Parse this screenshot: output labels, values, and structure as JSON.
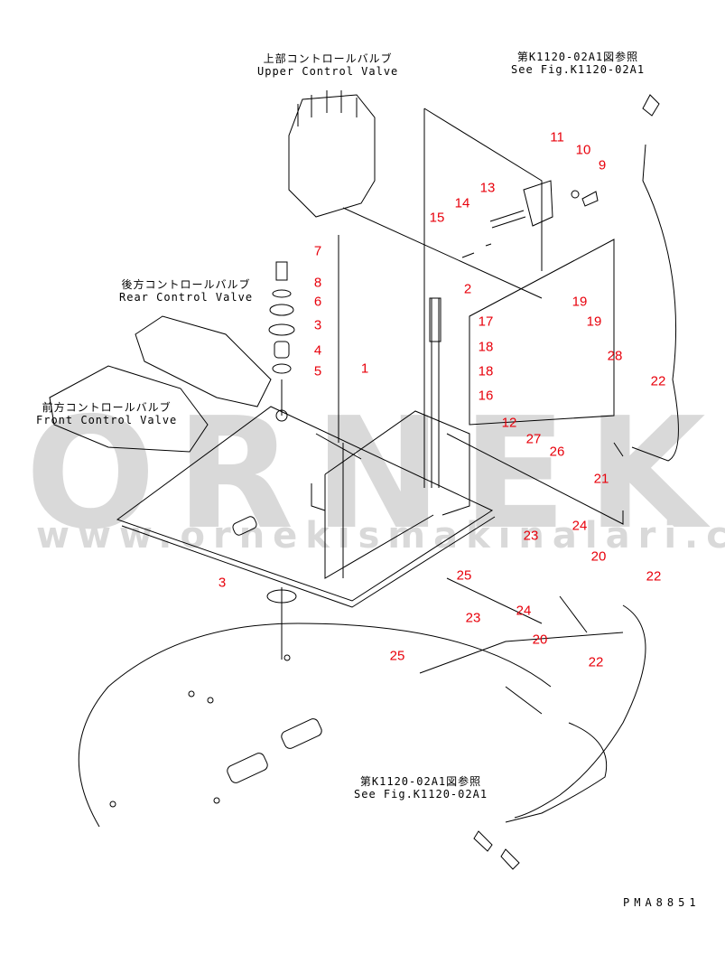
{
  "watermark": {
    "brand": "ORNEK",
    "url": "www.ornekismakinalari.com.tr"
  },
  "labels": {
    "upper_valve": {
      "jp": "上部コントロールバルブ",
      "en": "Upper Control Valve"
    },
    "rear_valve": {
      "jp": "後方コントロールバルブ",
      "en": "Rear Control Valve"
    },
    "front_valve": {
      "jp": "前方コントロールバルブ",
      "en": "Front Control Valve"
    },
    "ref_top": {
      "jp": "第K1120-02A1図参照",
      "en": "See Fig.K1120-02A1"
    },
    "ref_bottom": {
      "jp": "第K1120-02A1図参照",
      "en": "See Fig.K1120-02A1"
    }
  },
  "callouts": [
    "7",
    "8",
    "6",
    "3",
    "4",
    "5",
    "1",
    "2",
    "15",
    "14",
    "13",
    "11",
    "10",
    "9",
    "17",
    "19",
    "19",
    "18",
    "18",
    "28",
    "16",
    "12",
    "27",
    "26",
    "22",
    "21",
    "24",
    "23",
    "20",
    "22",
    "25",
    "24",
    "23",
    "20",
    "25",
    "22",
    "3"
  ],
  "colors": {
    "callout": "#e8000b",
    "line": "#000000",
    "watermark": "#d9d9d9"
  },
  "drawing_code": "PMA8851"
}
